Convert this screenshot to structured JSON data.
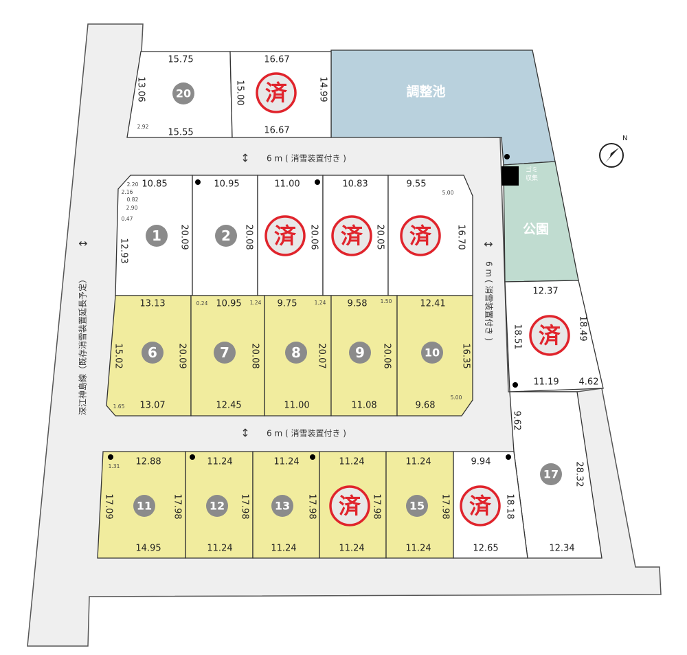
{
  "colors": {
    "sold_stamp": "#e0242c",
    "lot_highlight": "#f1ec9e",
    "pond": "#b9d1dd",
    "park": "#c0dcd0",
    "road": "#efefef",
    "lot_number": "#8b8b8b"
  },
  "sold_mark": "済",
  "labels": {
    "pond": "調整池",
    "park": "公園",
    "garbage_line1": "ゴミ",
    "garbage_line2": "収集",
    "road_top": "6 m ( 消雪装置付き )",
    "road_middle": "6 m ( 消雪装置付き )",
    "road_right": "6 m ( 消雪装置付き )",
    "main_road": "深江神島線（既存消雪装置延長予定）",
    "compass": "N",
    "arrow_v": "↕",
    "arrow_h": "↔"
  },
  "lots": {
    "lot20": {
      "number": "20",
      "sold": false,
      "dims": [
        "15.75",
        "13.06",
        "15.55",
        "2.92"
      ]
    },
    "lot21": {
      "sold": true,
      "dims": [
        "16.67",
        "15.00",
        "14.99",
        "16.67"
      ]
    },
    "lot1": {
      "number": "1",
      "sold": false,
      "dims": [
        "10.85",
        "2.20",
        "2.16",
        "0.82",
        "2.90",
        "0.47",
        "12.93",
        "20.09"
      ]
    },
    "lot2": {
      "number": "2",
      "sold": false,
      "dims": [
        "10.95",
        "20.08"
      ]
    },
    "lot3": {
      "sold": true,
      "dims": [
        "11.00",
        "20.06"
      ]
    },
    "lot4": {
      "sold": true,
      "dims": [
        "10.83",
        "20.05"
      ]
    },
    "lot5": {
      "sold": true,
      "dims": [
        "9.55",
        "5.00",
        "16.70"
      ]
    },
    "lot6": {
      "number": "6",
      "sold": false,
      "dims": [
        "13.13",
        "15.02",
        "20.09",
        "13.07",
        "1.65"
      ]
    },
    "lot7": {
      "number": "7",
      "sold": false,
      "dims": [
        "0.24",
        "10.95",
        "1.24",
        "20.08",
        "12.45"
      ]
    },
    "lot8": {
      "number": "8",
      "sold": false,
      "dims": [
        "9.75",
        "1.24",
        "20.07",
        "11.00"
      ]
    },
    "lot9": {
      "number": "9",
      "sold": false,
      "dims": [
        "9.58",
        "1.50",
        "20.06",
        "11.08"
      ]
    },
    "lot10": {
      "number": "10",
      "sold": false,
      "dims": [
        "12.41",
        "16.35",
        "9.68",
        "5.00"
      ]
    },
    "lot18": {
      "sold": true,
      "dims": [
        "12.37",
        "18.51",
        "18.49",
        "11.19",
        "4.62"
      ]
    },
    "lot17": {
      "number": "17",
      "sold": false,
      "dims": [
        "9.62",
        "28.32",
        "12.34"
      ]
    },
    "lot11": {
      "number": "11",
      "sold": false,
      "dims": [
        "1.31",
        "12.88",
        "17.09",
        "17.98",
        "14.95"
      ]
    },
    "lot12": {
      "number": "12",
      "sold": false,
      "dims": [
        "11.24",
        "17.98",
        "11.24"
      ]
    },
    "lot13": {
      "number": "13",
      "sold": false,
      "dims": [
        "11.24",
        "17.98",
        "11.24"
      ]
    },
    "lot14": {
      "sold": true,
      "dims": [
        "11.24",
        "17.98",
        "11.24"
      ]
    },
    "lot15": {
      "number": "15",
      "sold": false,
      "dims": [
        "11.24",
        "17.98",
        "11.24"
      ]
    },
    "lot16": {
      "sold": true,
      "dims": [
        "9.94",
        "18.18",
        "12.65"
      ]
    }
  }
}
